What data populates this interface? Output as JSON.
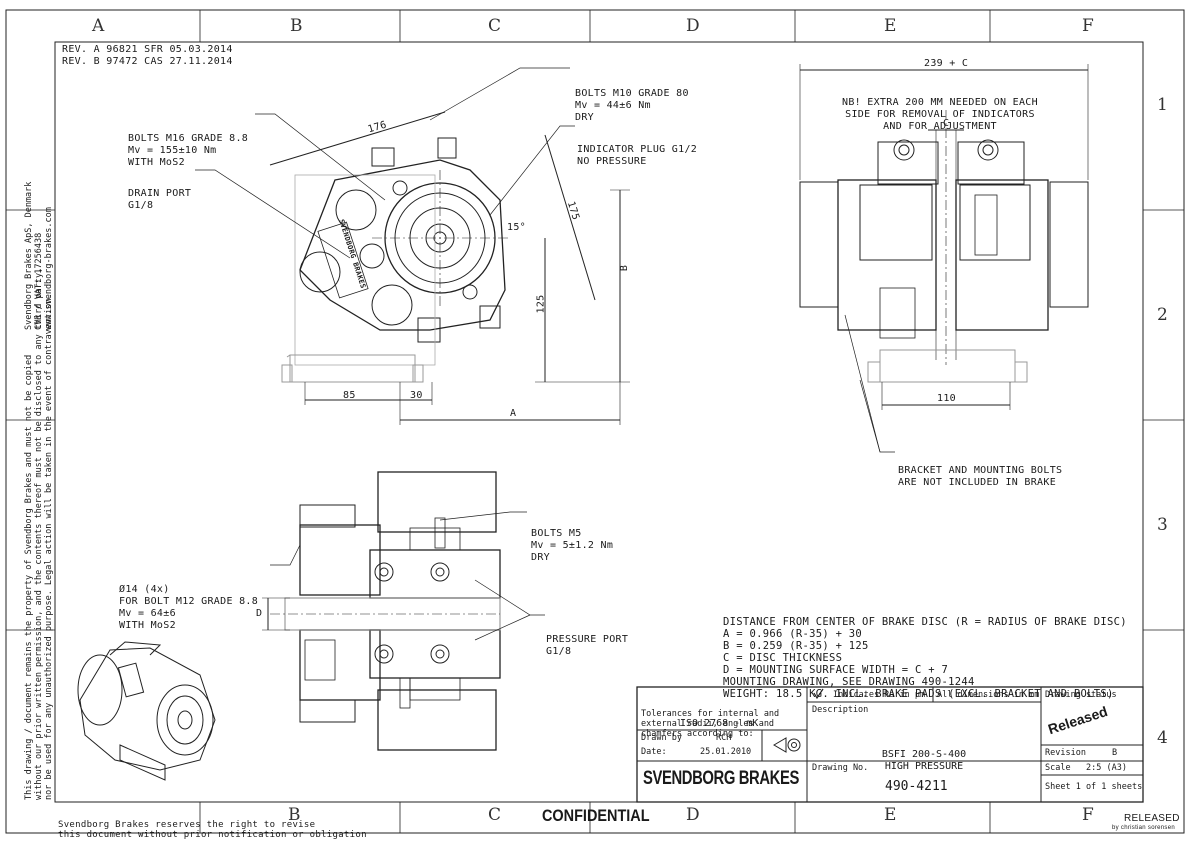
{
  "zones": {
    "columns": [
      "A",
      "B",
      "C",
      "D",
      "E",
      "F"
    ],
    "rows": [
      "1",
      "2",
      "3",
      "4"
    ]
  },
  "revisions": [
    "REV. A 96821 SFR 05.03.2014",
    "REV. B 97472 CAS 27.11.2014"
  ],
  "side_notice": [
    "Svendborg Brakes ApS, Denmark",
    "CVR / VAT: 17256438",
    "www.svendborg-brakes.com"
  ],
  "legal_notice": [
    "This drawing / document remains the property of Svendborg Brakes and must not be copied",
    "without our prior written permission, and the contents thereof must not be disclosed to any third party,",
    "nor be used for any unauthorized purpose. Legal action will be taken in the event of contravention."
  ],
  "callouts": {
    "bolts_m10": [
      "BOLTS M10 GRADE 80",
      "Mv = 44±6 Nm",
      "DRY"
    ],
    "bolts_m16": [
      "BOLTS M16 GRADE 8.8",
      "Mv = 155±10 Nm",
      "WITH MoS2"
    ],
    "indicator_plug": [
      "INDICATOR PLUG G1/2",
      "NO PRESSURE"
    ],
    "drain_port": [
      "DRAIN PORT",
      "G1/8"
    ],
    "extra_note": [
      "NB! EXTRA 200 MM NEEDED ON EACH",
      "SIDE FOR REMOVAL OF INDICATORS",
      "AND FOR ADJUSTMENT"
    ],
    "bracket_note": [
      "BRACKET AND MOUNTING BOLTS",
      "ARE NOT INCLUDED IN BRAKE"
    ],
    "bolts_m5": [
      "BOLTS M5",
      "Mv = 5±1.2 Nm",
      "DRY"
    ],
    "hole_note": [
      "Ø14 (4x)",
      "FOR BOLT M12 GRADE 8.8",
      "Mv = 64±6",
      "WITH MoS2"
    ],
    "pressure_port": [
      "PRESSURE PORT",
      "G1/8"
    ]
  },
  "dimensions": {
    "d176": "176",
    "d175": "175",
    "d15deg": "15°",
    "d125": "125",
    "dB": "B",
    "d85": "85",
    "d30": "30",
    "dA": "A",
    "d239c": "239 + C",
    "dC": "C",
    "d110": "110",
    "dD": "D"
  },
  "side_label": "SVENDBORG BRAKES",
  "notes": [
    "DISTANCE FROM CENTER OF BRAKE DISC (R = RADIUS OF BRAKE DISC)",
    "A = 0.966 (R-35) + 30",
    "B = 0.259 (R-35) + 125",
    "C = DISC THICKNESS",
    "D = MOUNTING SURFACE WIDTH = C + 7",
    "MOUNTING DRAWING, SEE DRAWING 490-1244",
    "WEIGHT: 18.5 KG. INCL. BRAKE PADS (EXCL. BRACKET AND BOLTS)"
  ],
  "title_block": {
    "tolerances": [
      "Tolerances for internal and",
      "external radii, angles and",
      "chamfers according to:"
    ],
    "iso": "ISO 2768 - mK",
    "indicates": "Indicates Ra in µm",
    "all_dims": "All dimensions in mm",
    "status_label": "Drawing status",
    "status_value": "Released",
    "description_label": "Description",
    "description": [
      "BSFI 200-S-400",
      "HIGH PRESSURE"
    ],
    "drawn_by_label": "Drawn by",
    "drawn_by": "RCH",
    "date_label": "Date:",
    "date": "25.01.2010",
    "revision_label": "Revision",
    "revision": "B",
    "scale_label": "Scale",
    "scale": "2:5 (A3)",
    "drawing_no_label": "Drawing No.",
    "drawing_no": "490-4211",
    "sheet": "Sheet 1 of 1 sheets",
    "brand": "SVENDBORG BRAKES"
  },
  "footer": {
    "reserve": [
      "Svendborg Brakes reserves the right to revise",
      "this document without prior notification or obligation"
    ],
    "confidential": "CONFIDENTIAL",
    "released": "RELEASED",
    "released_by": "by christian sorensen"
  }
}
